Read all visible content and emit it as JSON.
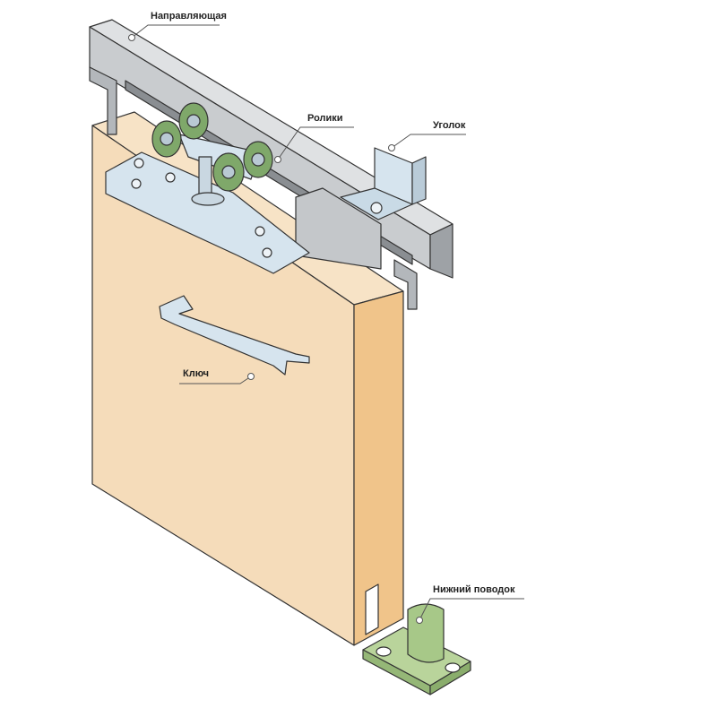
{
  "labels": {
    "rail": "Направляющая",
    "rollers": "Ролики",
    "bracket": "Уголок",
    "key": "Ключ",
    "bottom_guide": "Нижний поводок"
  },
  "colors": {
    "door_front": "#f5dcba",
    "door_side": "#f0c48a",
    "rail": "#c9cccf",
    "rail_dark": "#9ea2a6",
    "metal": "#d6e4ee",
    "wheel": "#7fa86a",
    "guide": "#b9d49b",
    "outline": "#333333"
  }
}
